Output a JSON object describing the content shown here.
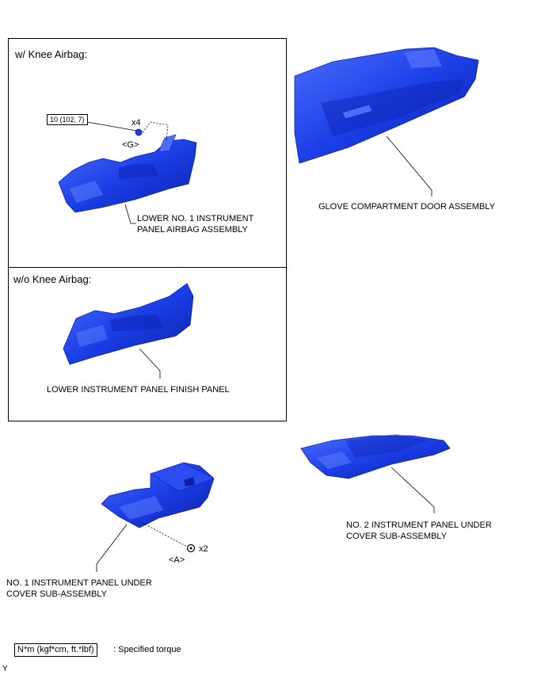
{
  "panels": {
    "with_knee_airbag": {
      "heading": "w/ Knee Airbag:"
    },
    "without_knee_airbag": {
      "heading": "w/o Knee Airbag:"
    }
  },
  "callouts": {
    "torque_value": "10 (102, 7)",
    "bolt_count_g": "x4",
    "bolt_ref_g": "<G>",
    "bolt_count_a": "x2",
    "bolt_ref_a": "<A>"
  },
  "labels": {
    "lower_no1_airbag": [
      "LOWER NO. 1 INSTRUMENT",
      "PANEL AIRBAG ASSEMBLY"
    ],
    "glove_compartment": "GLOVE COMPARTMENT DOOR ASSEMBLY",
    "lower_finish_panel": "LOWER INSTRUMENT PANEL FINISH PANEL",
    "no2_under_cover": [
      "NO. 2 INSTRUMENT PANEL UNDER",
      "COVER SUB-ASSEMBLY"
    ],
    "no1_under_cover": [
      "NO. 1 INSTRUMENT PANEL UNDER",
      "COVER SUB-ASSEMBLY"
    ]
  },
  "legend": {
    "unit_box": "N*m (kgf*cm, ft.*lbf)",
    "description": ": Specified torque"
  },
  "corner_mark": "Y",
  "colors": {
    "part_fill": "#1a3fe6",
    "part_dark": "#0b1fa8",
    "part_light": "#5b7cff"
  }
}
